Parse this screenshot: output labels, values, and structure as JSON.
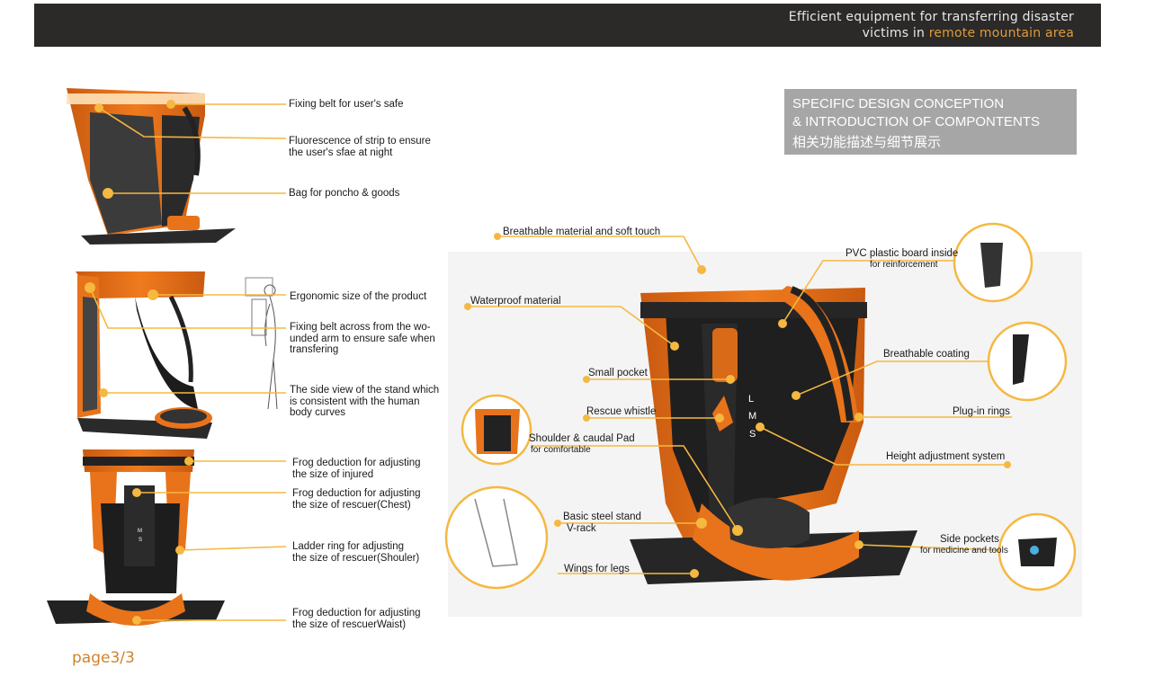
{
  "header": {
    "line1": "Efficient equipment for transferring disaster",
    "line2_prefix": "victims in ",
    "line2_accent": "remote mountain area"
  },
  "concept": {
    "line1": "SPECIFIC DESIGN CONCEPTION",
    "line2": "& INTRODUCTION OF COMPONTENTS",
    "line3": "相关功能描述与细节展示"
  },
  "left_labels": {
    "fixing_belt": "Fixing belt for user's safe",
    "fluorescence_1": "Fluorescence of strip to ensure",
    "fluorescence_2": "the user's sfae at night",
    "bag": "Bag for poncho & goods",
    "ergonomic": "Ergonomic size of the product",
    "fixing_across_1": "Fixing belt across from the wo-",
    "fixing_across_2": "unded arm to ensure safe when",
    "fixing_across_3": "transfering",
    "side_view_1": "The side view of the stand which",
    "side_view_2": "is consistent with the human",
    "side_view_3": "body curves",
    "frog_injured_1": "Frog deduction for adjusting",
    "frog_injured_2": "the size of injured",
    "frog_chest_1": "Frog deduction for adjusting",
    "frog_chest_2": "the size of rescuer(Chest)",
    "ladder_1": "Ladder ring for adjusting",
    "ladder_2": "the size of rescuer(Shouler)",
    "frog_waist_1": "Frog deduction for adjusting",
    "frog_waist_2": "the size of rescuerWaist)"
  },
  "right_labels": {
    "breathable_material": "Breathable material and soft touch",
    "waterproof": "Waterproof material",
    "small_pocket": "Small pocket",
    "rescue_whistle": "Rescue whistle",
    "shoulder_pad": "Shoulder & caudal Pad",
    "shoulder_pad_sub": "for comfortable",
    "steel_stand": "Basic steel stand",
    "steel_stand_sub": "V-rack",
    "wings": "Wings for legs",
    "pvc": "PVC plastic board inside",
    "pvc_sub": "for reinforcement",
    "breathable_coating": "Breathable coating",
    "plugin_rings": "Plug-in rings",
    "height_adjust": "Height adjustment system",
    "side_pockets": "Side pockets",
    "side_pockets_sub": "for medicine and tools"
  },
  "sizes": [
    "L",
    "M",
    "S"
  ],
  "small_sizes": [
    "M",
    "S"
  ],
  "footer": {
    "page": "page3/3"
  },
  "colors": {
    "accent": "#f5a623",
    "orange": "#e8731a",
    "header_bg": "#2b2a29",
    "box_bg": "#a6a6a6"
  }
}
